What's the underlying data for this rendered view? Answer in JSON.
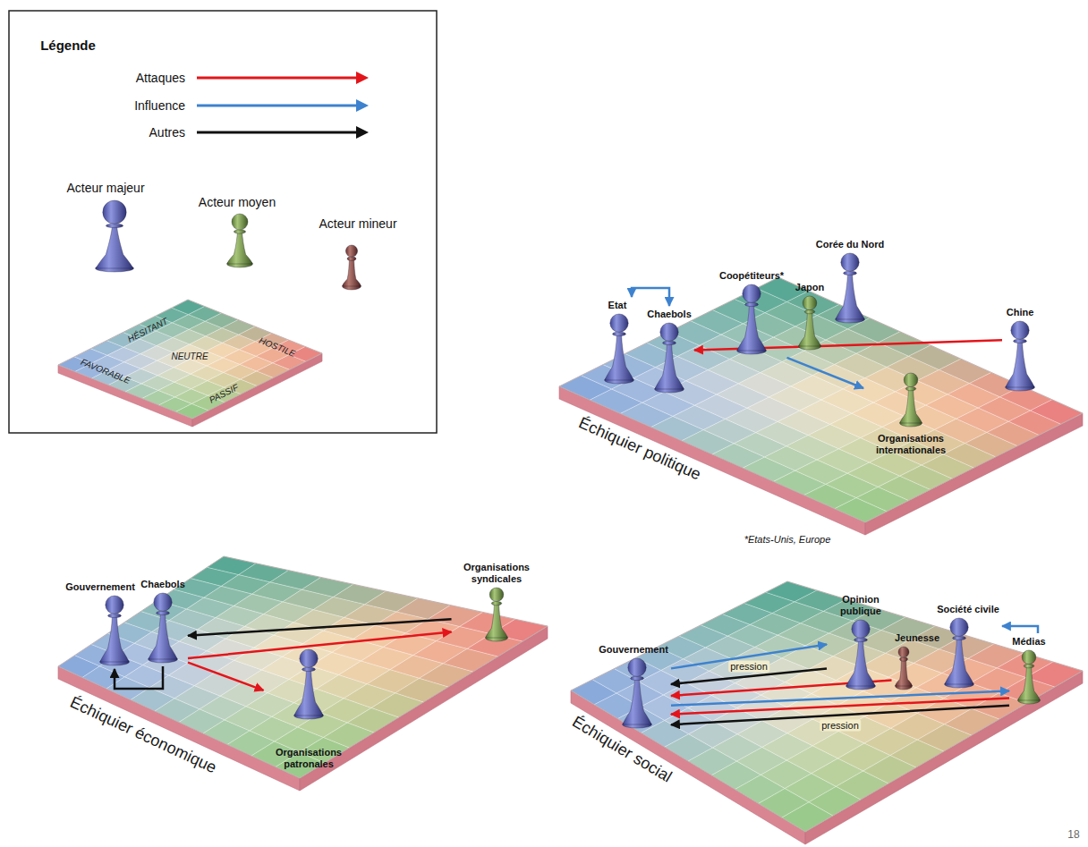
{
  "diagram": {
    "nodes": [
      {
        "text": [
          "Échiquier politique"
        ]
      },
      {
        "text": [
          "Etat"
        ],
        "in": 0
      },
      {
        "text": [
          "Chaebols"
        ],
        "in": 0
      },
      {
        "text": [
          "Coopétiteurs*"
        ],
        "in": 0
      },
      {
        "text": [
          "Japon"
        ],
        "in": 0
      },
      {
        "text": [
          "Corée du Nord"
        ],
        "in": 0
      },
      {
        "text": [
          "Chine"
        ],
        "in": 0
      },
      {
        "text": [
          "Organisations internationales"
        ],
        "in": 0
      },
      {
        "text": [
          "Échiquier économique"
        ]
      },
      {
        "text": [
          "Gouvernement"
        ],
        "in": 8
      },
      {
        "text": [
          "Chaebols"
        ],
        "in": 8
      },
      {
        "text": [
          "Organisations syndicales"
        ],
        "in": 8
      },
      {
        "text": [
          "Organisations patronales"
        ],
        "in": 8
      },
      {
        "text": [
          "Échiquier social"
        ]
      },
      {
        "text": [
          "Gouvernement"
        ],
        "in": 13
      },
      {
        "text": [
          "Opinion publique"
        ],
        "in": 13
      },
      {
        "text": [
          "Jeunesse"
        ],
        "in": 13
      },
      {
        "text": [
          "Société civile"
        ],
        "in": 13
      },
      {
        "text": [
          "Médias"
        ],
        "in": 13
      }
    ],
    "edges": [
      {
        "from": 1,
        "to": 2,
        "arrow": "both"
      },
      {
        "from": 6,
        "to": 2,
        "arrow": "to"
      },
      {
        "from": 3,
        "to": 7,
        "arrow": "to"
      },
      {
        "from": 11,
        "to": 10,
        "arrow": "to"
      },
      {
        "from": 10,
        "to": 11,
        "arrow": "to"
      },
      {
        "from": 10,
        "to": 12,
        "arrow": "to"
      },
      {
        "from": 10,
        "to": 9,
        "arrow": "to"
      },
      {
        "from": 14,
        "to": 15,
        "arrow": "to"
      },
      {
        "from": 15,
        "to": 14,
        "label": "pression",
        "arrow": "to"
      },
      {
        "from": 16,
        "to": 14,
        "arrow": "to"
      },
      {
        "from": 14,
        "to": 18,
        "arrow": "to"
      },
      {
        "from": 18,
        "to": 14,
        "arrow": "to"
      },
      {
        "from": 18,
        "to": 14,
        "label": "pression",
        "arrow": "to"
      },
      {
        "from": 18,
        "to": 17,
        "arrow": "to"
      }
    ],
    "labels": [
      "Légende",
      "HÉSITANT",
      "NEUTRE",
      "HOSTILE",
      "FAVORABLE",
      "PASSIF",
      "*Etats-Unis, Europe",
      "18"
    ],
    "legend": [
      {
        "text": "Attaques"
      },
      {
        "text": "Influence"
      },
      {
        "text": "Autres"
      },
      {
        "text": "Acteur majeur"
      },
      {
        "text": "Acteur moyen"
      },
      {
        "text": "Acteur mineur"
      }
    ]
  }
}
